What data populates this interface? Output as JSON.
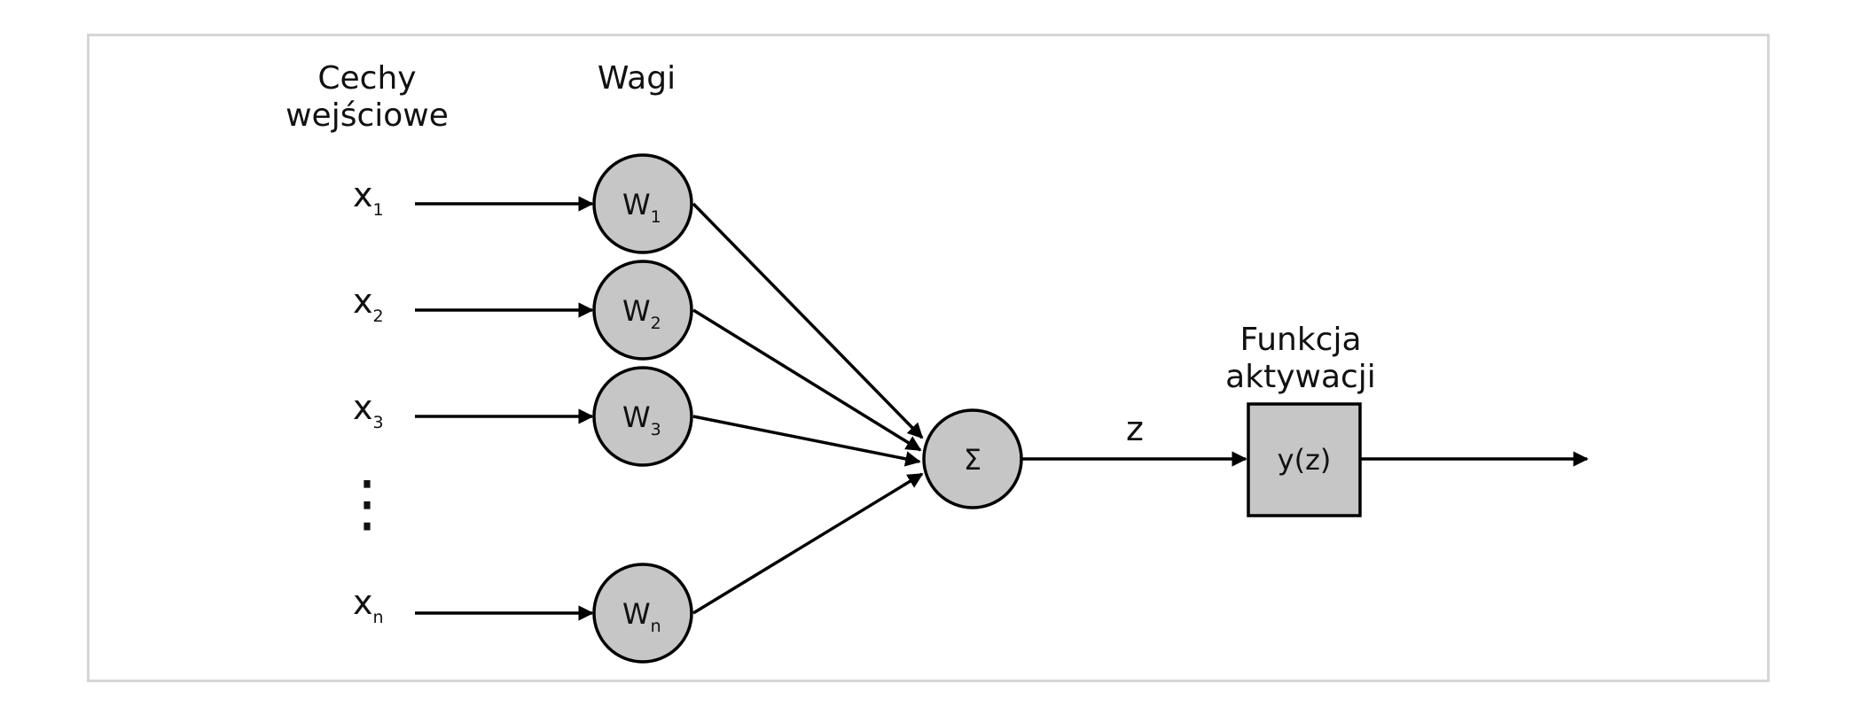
{
  "diagram": {
    "headers": {
      "features": [
        "Cechy",
        "wejściowe"
      ],
      "weights": "Wagi",
      "activation": [
        "Funkcja",
        "aktywacji"
      ]
    },
    "inputs": [
      {
        "base": "x",
        "sub": "1"
      },
      {
        "base": "x",
        "sub": "2"
      },
      {
        "base": "x",
        "sub": "3"
      },
      {
        "base": "x",
        "sub": "n"
      }
    ],
    "ellipsis": "⋮",
    "weights": [
      {
        "base": "W",
        "sub": "1"
      },
      {
        "base": "W",
        "sub": "2"
      },
      {
        "base": "W",
        "sub": "3"
      },
      {
        "base": "W",
        "sub": "n"
      }
    ],
    "sum_symbol": "Σ",
    "z_label": "z",
    "activation_box": "y(z)",
    "colors": {
      "node_fill": "#c6c6c6",
      "stroke": "#000000",
      "frame": "#d6d6d6"
    }
  }
}
